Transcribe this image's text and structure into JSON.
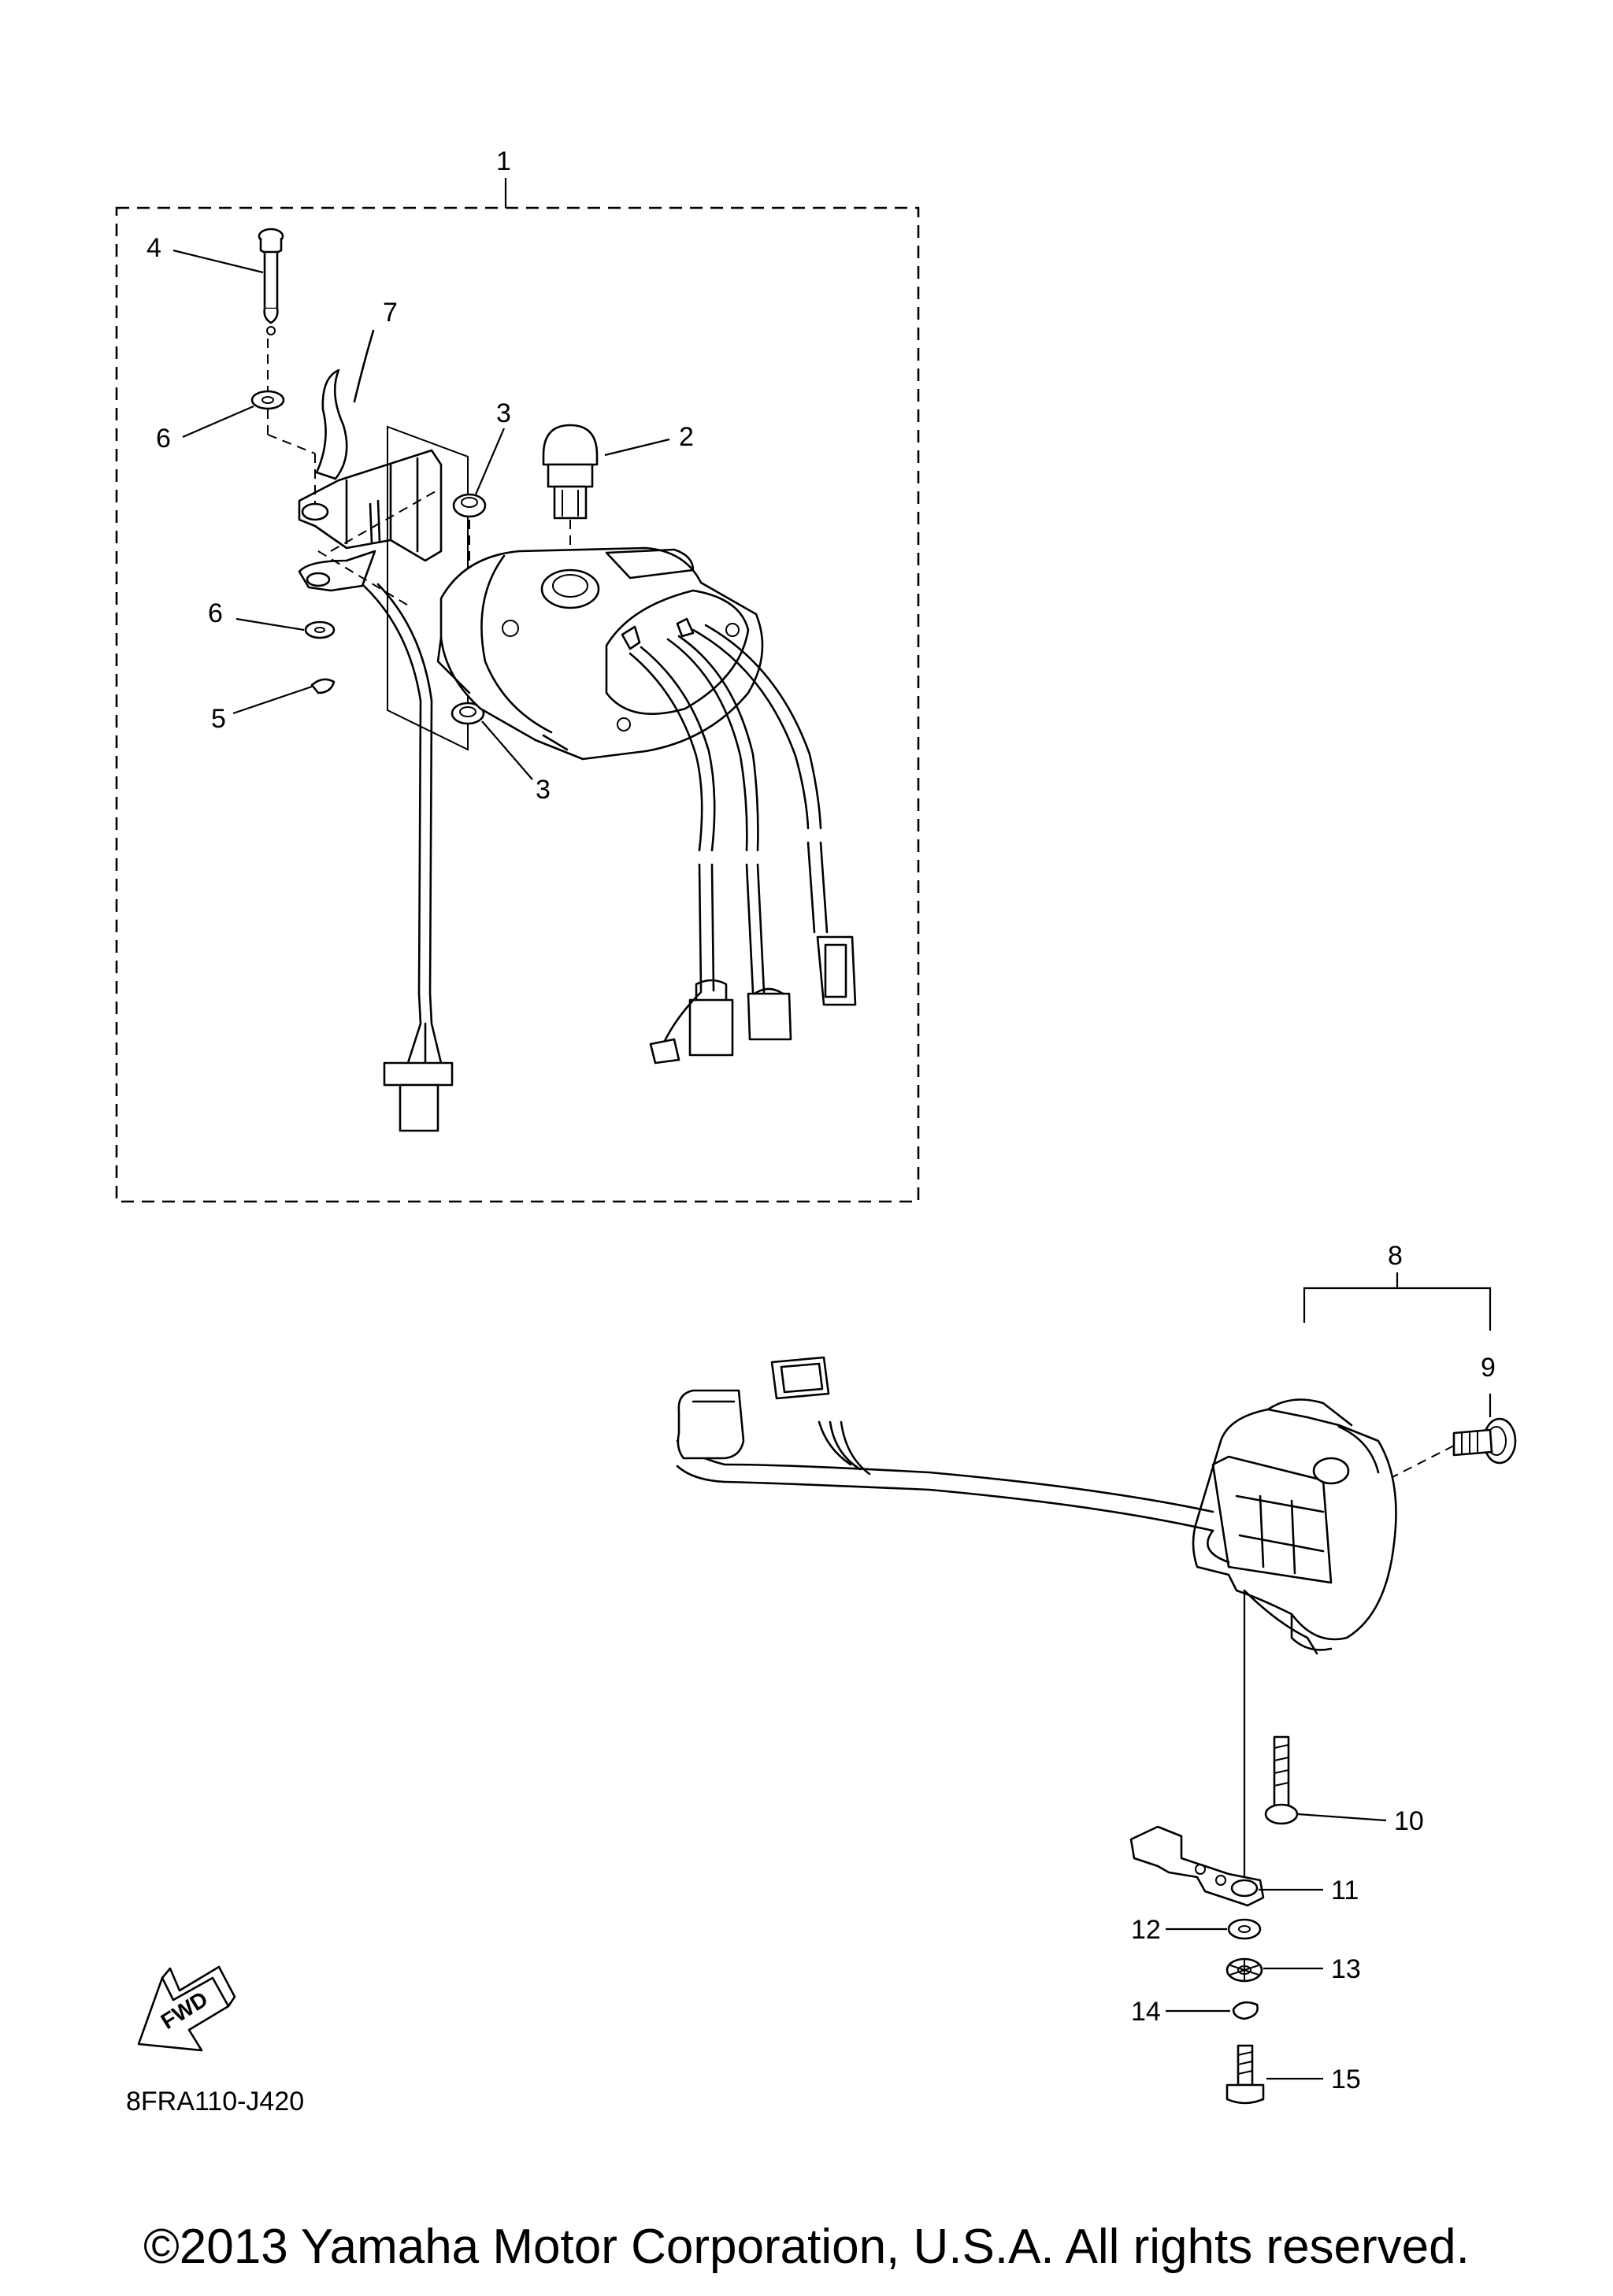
{
  "callouts": {
    "c1": "1",
    "c2": "2",
    "c3a": "3",
    "c3b": "3",
    "c4": "4",
    "c5": "5",
    "c6a": "6",
    "c6b": "6",
    "c7": "7",
    "c8": "8",
    "c9": "9",
    "c10": "10",
    "c11": "11",
    "c12": "12",
    "c13": "13",
    "c14": "14",
    "c15": "15"
  },
  "fwd_label": "FWD",
  "diagram_code": "8FRA110-J420",
  "copyright": "©2013 Yamaha Motor Corporation, U.S.A. All rights reserved."
}
